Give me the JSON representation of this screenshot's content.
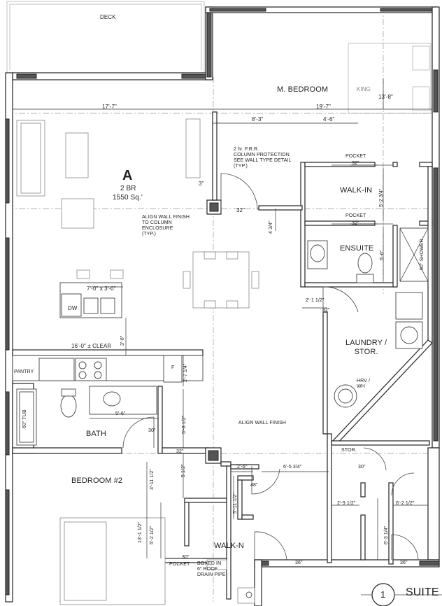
{
  "unit": {
    "letter": "A",
    "type": "2 BR",
    "area": "1550 Sq.'"
  },
  "rooms": {
    "deck": "DECK",
    "master_bedroom": "M. BEDROOM",
    "king": "KING",
    "walk_in": "WALK-IN",
    "ensuite": "ENSUITE",
    "laundry": "LAUNDRY /\nSTOR.",
    "bath": "BATH",
    "bedroom2": "BEDROOM #2",
    "walk_n": "WALK-N",
    "stor": "STOR.",
    "pantry": "PANTRY",
    "dw": "DW",
    "fridge": "F",
    "tub": "60\" TUB",
    "shower": "60\" SHOWER",
    "hrv": "HRV /\nWH"
  },
  "notes": {
    "column": "2 hr. F.R.R.\nCOLUMN PROTECTION\nSEE WALL TYPE DETAIL\n(TYP.)",
    "align_column": "ALIGN WALL FINISH\nTO COLUMN\nENCLOSURE\n(TYP.)",
    "align_wall": "ALIGN WALL FINISH",
    "boxed": "BOXED IN\n6\" ROOF\nDRAIN PIPE",
    "pocket": "POCKET"
  },
  "dimensions": {
    "living_width": "17'-7\"",
    "bedroom_width": "19'-7\"",
    "d_8_3": "8'-3\"",
    "d_4_6": "4'-6\"",
    "m_bed_depth": "13'-8\"",
    "pocket_32_a": "32\"",
    "pocket_32_b": "32\"",
    "d_3": "3\"",
    "door_32": "32\"",
    "walkin_depth": "5'-2 3/4\"",
    "d_4_3_4": "4 3/4\"",
    "ensuite_depth": "5'-6\"",
    "island": "7'-0\" x 3'-0\"",
    "d_2_1_5": "2'-1 1/2\"",
    "door_32_b": "32\"",
    "island_gap": "3'-6\"",
    "kitchen_clear": "16'-0\" ± CLEAR",
    "d_2_7": "2'-7 1/4\"",
    "d_5_6": "5'-6\"",
    "d_5_8": "5'-8 1/2\"",
    "door_30": "30\"",
    "door_32_c": "32\"",
    "d_5_1_2": "5 1/2\"",
    "d_2_6": "2'-6\"",
    "d_6_5": "6'-5 3/4\"",
    "d_3_11": "3'-11 1/2\"",
    "door_48": "48\"",
    "d_5_11": "5'-11 1/2\"",
    "d_13_1": "13'-1 1/2\"",
    "d_5_2": "5'-2 1/2\"",
    "door_30_b": "30\"",
    "door_30_c": "30\"",
    "d_2_9": "2'-9 1/2\"",
    "d_6_2": "6'-2 1/2\"",
    "d_6_3": "6'-3 1/4\"",
    "door_36": "36\"",
    "door_36_b": "36\""
  },
  "callout": {
    "number": "1",
    "text": "SUITE"
  }
}
